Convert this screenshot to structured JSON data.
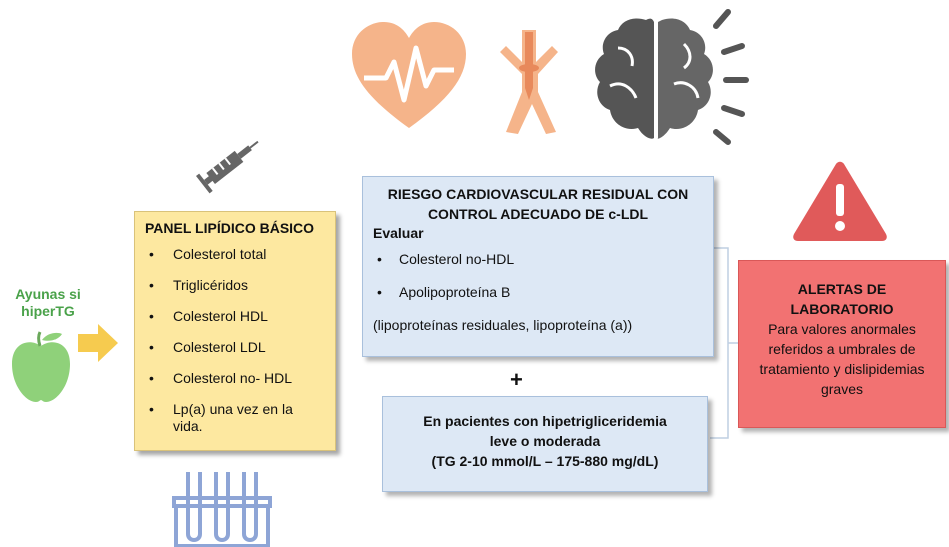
{
  "fasting_note": "Ayunas si hiperTG",
  "panel": {
    "title": "PANEL LIPÍDICO BÁSICO",
    "items": [
      "Colesterol total",
      "Triglicéridos",
      "Colesterol HDL",
      "Colesterol LDL",
      "Colesterol no- HDL",
      "Lp(a) una vez en la vida."
    ]
  },
  "risk": {
    "title": "RIESGO CARDIOVASCULAR RESIDUAL CON CONTROL ADECUADO DE c-LDL",
    "subtitle": "Evaluar",
    "items": [
      "Colesterol no-HDL",
      "Apolipoproteína B"
    ],
    "note": "(lipoproteínas residuales, lipoproteína (a))"
  },
  "plus": "+",
  "hypertrig": {
    "line1": "En pacientes con hipetrigliceridemia",
    "line2": "leve o moderada",
    "line3": "(TG 2-10 mmol/L – 175-880 mg/dL)"
  },
  "alerts": {
    "title": "ALERTAS DE LABORATORIO",
    "text": "Para valores anormales referidos a umbrales de tratamiento y dislipidemias graves"
  },
  "icons": [
    "heart-icon",
    "artery-icon",
    "brain-icon",
    "syringe-icon",
    "warning-icon",
    "apple-icon",
    "arrow-icon",
    "test-tubes-icon"
  ],
  "colors": {
    "orange": "#f5b48a",
    "gray": "#606060",
    "panel_bg": "#fde8a0",
    "box_bg": "#dde8f5",
    "alert_bg": "#f27272",
    "warning": "#e05a5a",
    "apple": "#8fd17a",
    "arrow": "#f6cb4f",
    "tubes": "#8ea5d6",
    "fasting_text": "#4aa24a"
  }
}
